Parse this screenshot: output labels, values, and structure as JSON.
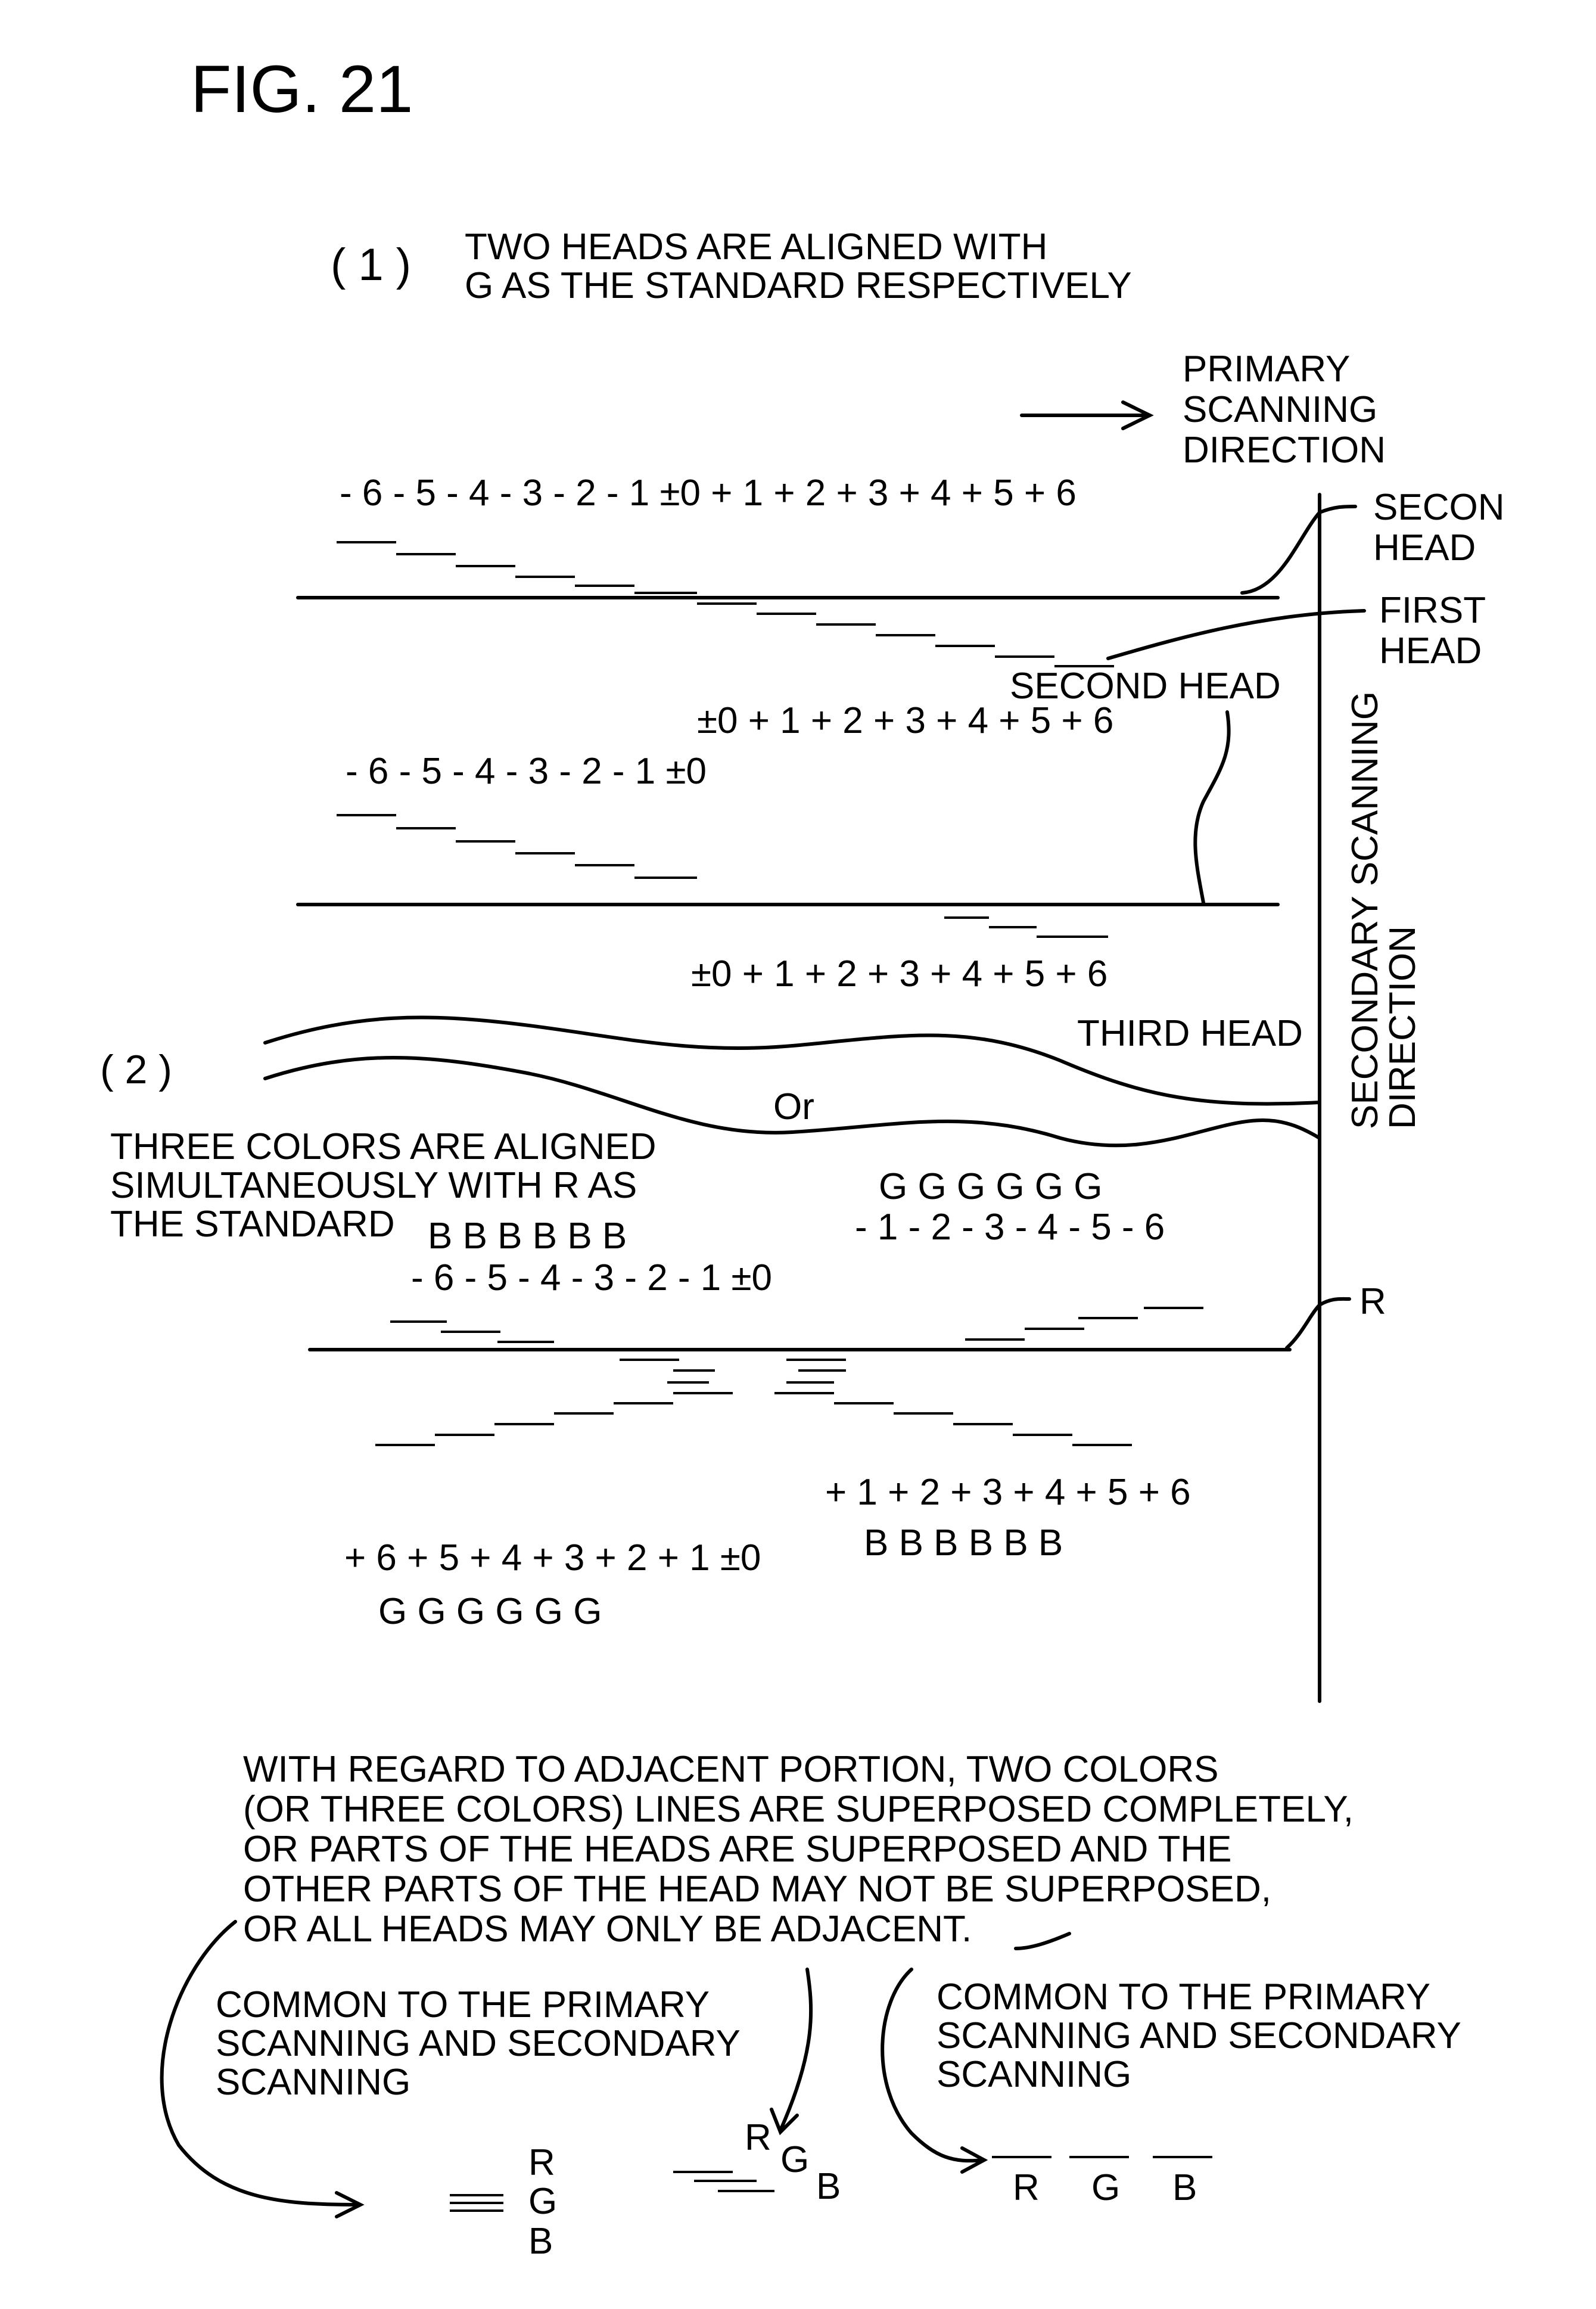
{
  "figure": {
    "title": "FIG. 21",
    "part1": {
      "marker": "( 1 )",
      "caption_line1": "TWO HEADS ARE ALIGNED WITH",
      "caption_line2": "G AS THE STANDARD RESPECTIVELY",
      "primary_direction_line1": "PRIMARY",
      "primary_direction_line2": "SCANNING",
      "primary_direction_line3": "DIRECTION",
      "secondary_direction_line1": "SECONDARY SCANNING",
      "secondary_direction_line2": "DIRECTION",
      "scale_row1": "- 6 - 5 - 4 - 3 - 2 - 1 ±0 + 1 + 2 + 3 + 4 + 5 + 6",
      "label_secon_line1": "SECON",
      "label_secon_line2": "HEAD",
      "label_first_line1": "FIRST",
      "label_first_line2": "HEAD",
      "label_second_head": "SECOND HEAD",
      "scale_row2_right": "±0 + 1 + 2 + 3 + 4 + 5 + 6",
      "scale_row2_left": "- 6 - 5 - 4 - 3 - 2 - 1 ±0",
      "scale_row3_right": "±0 + 1 + 2 + 3 + 4 + 5 + 6",
      "label_third_head": "THIRD HEAD",
      "or_label": "Or"
    },
    "part2": {
      "marker": "( 2 )",
      "caption_line1": "THREE COLORS ARE ALIGNED",
      "caption_line2": "SIMULTANEOUSLY WITH R AS",
      "caption_line3": "THE STANDARD",
      "top_left_letters": "B  B  B  B  B  B",
      "top_left_scale": "- 6 - 5 - 4 - 3 - 2 - 1  ±0",
      "top_right_letters": "G  G  G  G  G  G",
      "top_right_scale": "- 1 - 2 - 3 - 4 - 5 - 6",
      "r_label": "R",
      "bottom_right_scale": "+ 1 + 2 + 3 + 4 + 5 + 6",
      "bottom_left_scale": "+ 6 + 5 + 4 + 3 + 2 + 1   ±0",
      "bottom_right_letters": "B   B   B   B   B   B",
      "bottom_left_letters": "G   G   G   G   G   G"
    },
    "notes": {
      "adjacent_line1": "WITH REGARD TO ADJACENT PORTION, TWO COLORS",
      "adjacent_line2": " (OR THREE COLORS) LINES ARE SUPERPOSED COMPLETELY,",
      "adjacent_line3": "OR PARTS OF THE HEADS ARE SUPERPOSED AND THE",
      "adjacent_line4": "OTHER PARTS OF THE HEAD MAY NOT BE SUPERPOSED,",
      "adjacent_line5": "OR ALL HEADS MAY ONLY BE ADJACENT.",
      "common_left_line1": "COMMON TO THE PRIMARY",
      "common_left_line2": "SCANNING AND SECONDARY",
      "common_left_line3": "SCANNING",
      "common_right_line1": "COMMON TO THE PRIMARY",
      "common_right_line2": "SCANNING AND SECONDARY",
      "common_right_line3": "SCANNING",
      "stack1_r": "R",
      "stack1_g": "G",
      "stack1_b": "B",
      "stack2_r": "R",
      "stack2_g": "G",
      "stack2_b": "B",
      "row_r": "R",
      "row_g": "G",
      "row_b": "B"
    }
  }
}
